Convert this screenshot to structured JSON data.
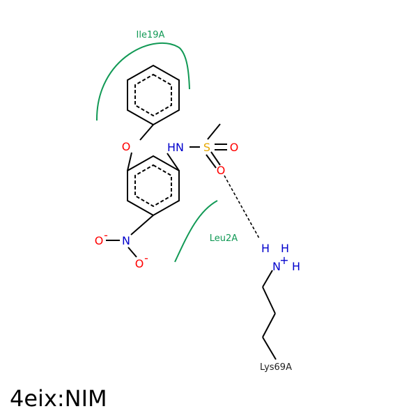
{
  "title": "4eix:NIM",
  "residues": {
    "ile": "Ile19A",
    "leu": "Leu2A",
    "lys": "Lys69A"
  },
  "atoms": {
    "o_ether": "O",
    "n_amide": "HN",
    "s": "S",
    "o_sulfonyl_right": "O",
    "o_sulfonyl_down": "O",
    "nitro_n": "N",
    "nitro_o_left": "O",
    "nitro_o_left_charge": "-",
    "nitro_o_down": "O",
    "nitro_o_down_charge": "-",
    "lys_n": "N",
    "lys_n_charge": "+",
    "lys_h_left": "H",
    "lys_h_top": "H",
    "lys_h_right": "H"
  },
  "colors": {
    "bond": "#000000",
    "oxygen": "#ff0000",
    "nitrogen": "#0000cc",
    "sulfur": "#e6a800",
    "hydrophobic": "#119955",
    "label": "#222222"
  }
}
